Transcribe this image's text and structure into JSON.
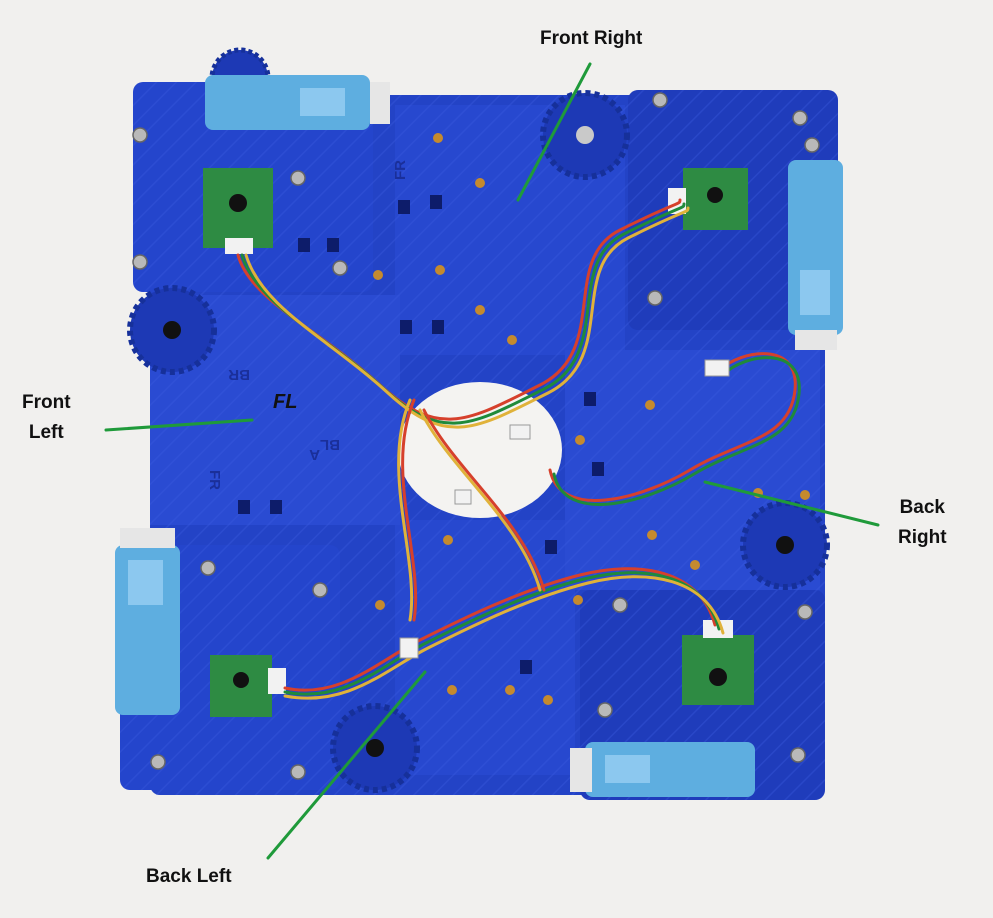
{
  "labels": {
    "front_right": "Front Right",
    "front_left_line1": "Front",
    "front_left_line2": "Left",
    "back_right_line1": "Back",
    "back_right_line2": "Right",
    "back_left": "Back Left"
  },
  "plate_markings": {
    "fr": "FR",
    "fl": "FL",
    "bl": "BL",
    "a": "A",
    "br": "BR"
  },
  "colors": {
    "background": "#f1f0ee",
    "plate_blue": "#2545cc",
    "plate_dark": "#1a33a8",
    "motor_blue": "#5eaee0",
    "pcb_green": "#2e8b43",
    "pointer_green": "#1f9a3a",
    "label_text": "#111111"
  }
}
